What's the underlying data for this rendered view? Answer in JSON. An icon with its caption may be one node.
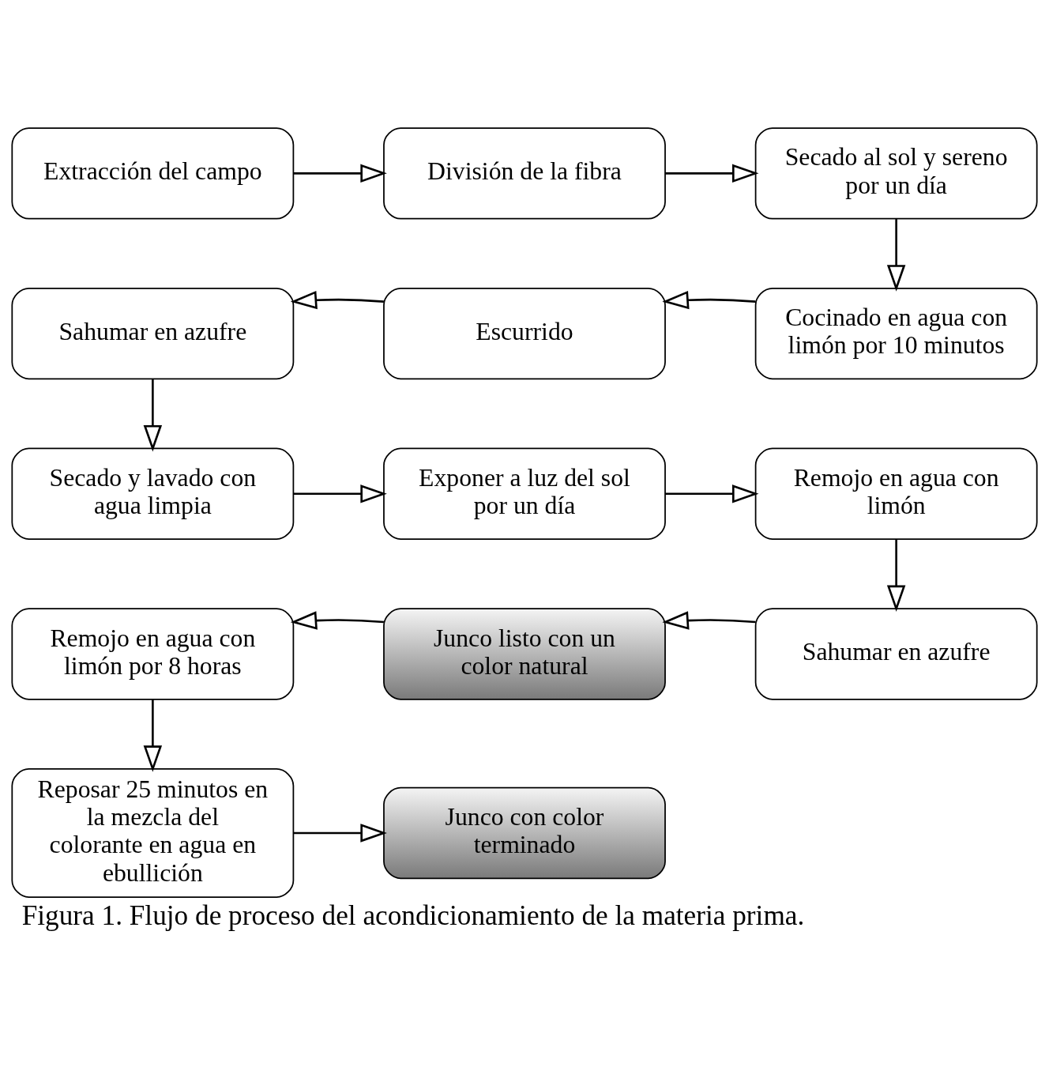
{
  "diagram": {
    "caption": "Figura 1. Flujo de proceso del acondicionamiento de la materia prima.",
    "nodes": [
      {
        "text": [
          "Extracción del campo"
        ]
      },
      {
        "text": [
          "División de la fibra"
        ]
      },
      {
        "text": [
          "Secado al sol y sereno por un día"
        ]
      },
      {
        "text": [
          "Cocinado en agua con limón por 10 minutos"
        ]
      },
      {
        "text": [
          "Escurrido"
        ]
      },
      {
        "text": [
          "Sahumar en azufre"
        ]
      },
      {
        "text": [
          "Secado y lavado con agua limpia"
        ]
      },
      {
        "text": [
          "Exponer a luz del sol por un día"
        ]
      },
      {
        "text": [
          "Remojo en agua con limón"
        ]
      },
      {
        "text": [
          "Sahumar en azufre"
        ]
      },
      {
        "text": [
          "Junco listo con un color natural"
        ]
      },
      {
        "text": [
          "Remojo en agua con limón por 8 horas"
        ]
      },
      {
        "text": [
          "Reposar 25 minutos en la mezcla del colorante en agua en ebullición"
        ]
      },
      {
        "text": [
          "Junco con color terminado"
        ]
      }
    ],
    "edges": [
      {
        "from": 0,
        "to": 1,
        "arrow": "to"
      },
      {
        "from": 1,
        "to": 2,
        "arrow": "to"
      },
      {
        "from": 2,
        "to": 3,
        "arrow": "to"
      },
      {
        "from": 3,
        "to": 4,
        "arrow": "to"
      },
      {
        "from": 4,
        "to": 5,
        "arrow": "to"
      },
      {
        "from": 5,
        "to": 6,
        "arrow": "to"
      },
      {
        "from": 6,
        "to": 7,
        "arrow": "to"
      },
      {
        "from": 7,
        "to": 8,
        "arrow": "to"
      },
      {
        "from": 8,
        "to": 9,
        "arrow": "to"
      },
      {
        "from": 9,
        "to": 10,
        "arrow": "to"
      },
      {
        "from": 10,
        "to": 11,
        "arrow": "to"
      },
      {
        "from": 11,
        "to": 12,
        "arrow": "to"
      },
      {
        "from": 12,
        "to": 13,
        "arrow": "to"
      }
    ]
  }
}
